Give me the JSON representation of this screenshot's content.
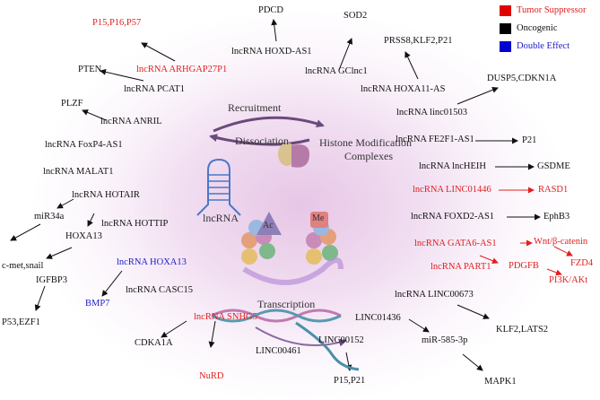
{
  "legend": [
    {
      "label": "Tumor Suppressor",
      "color": "#e00000"
    },
    {
      "label": "Oncogenic",
      "color": "#000000"
    },
    {
      "label": "Double Effect",
      "color": "#0000d0"
    }
  ],
  "center": {
    "recruitment": "Recruitment",
    "dissociation": "Dissociation",
    "lncrna": "lncRNA",
    "histone1": "Histone Modification",
    "histone2": "Complexes",
    "ac": "Ac",
    "me": "Me",
    "transcription": "Transcription"
  },
  "labels": [
    {
      "id": "p15",
      "text": "P15,P16,P57",
      "color": "red"
    },
    {
      "id": "arhgap",
      "text": "lncRNA ARHGAP27P1",
      "color": "red"
    },
    {
      "id": "pdcd",
      "text": "PDCD",
      "color": "black"
    },
    {
      "id": "hoxdas1",
      "text": "lncRNA HOXD-AS1",
      "color": "black"
    },
    {
      "id": "sod2",
      "text": "SOD2",
      "color": "black"
    },
    {
      "id": "gclnc1",
      "text": "lncRNA GClnc1",
      "color": "black"
    },
    {
      "id": "prss8",
      "text": "PRSS8,KLF2,P21",
      "color": "black"
    },
    {
      "id": "hoxa11",
      "text": "lncRNA HOXA11-AS",
      "color": "black"
    },
    {
      "id": "dusp5",
      "text": "DUSP5,CDKN1A",
      "color": "black"
    },
    {
      "id": "linc01503",
      "text": "lncRNA linc01503",
      "color": "black"
    },
    {
      "id": "pten",
      "text": "PTEN",
      "color": "black"
    },
    {
      "id": "pcat1",
      "text": "lncRNA PCAT1",
      "color": "black"
    },
    {
      "id": "plzf",
      "text": "PLZF",
      "color": "black"
    },
    {
      "id": "anril",
      "text": "lncRNA ANRIL",
      "color": "black"
    },
    {
      "id": "foxp4",
      "text": "lncRNA FoxP4-AS1",
      "color": "black"
    },
    {
      "id": "malat1",
      "text": "lncRNA MALAT1",
      "color": "black"
    },
    {
      "id": "hotair",
      "text": "lncRNA HOTAIR",
      "color": "black"
    },
    {
      "id": "mir34a",
      "text": "miR34a",
      "color": "black"
    },
    {
      "id": "hottip",
      "text": "lncRNA HOTTIP",
      "color": "black"
    },
    {
      "id": "hoxa13",
      "text": "HOXA13",
      "color": "black"
    },
    {
      "id": "cmet",
      "text": "c-met,snail",
      "color": "black"
    },
    {
      "id": "lnchoxa13",
      "text": "lncRNA HOXA13",
      "color": "blue"
    },
    {
      "id": "casc15",
      "text": "lncRNA CASC15",
      "color": "black"
    },
    {
      "id": "igfbp3",
      "text": "IGFBP3",
      "color": "black"
    },
    {
      "id": "bmp7",
      "text": "BMP7",
      "color": "blue"
    },
    {
      "id": "p53",
      "text": "P53,EZF1",
      "color": "black"
    },
    {
      "id": "cdka1a",
      "text": "CDKA1A",
      "color": "black"
    },
    {
      "id": "snhg5",
      "text": "lncRNA SNHG5",
      "color": "red"
    },
    {
      "id": "nurd",
      "text": "NuRD",
      "color": "red"
    },
    {
      "id": "linc00461",
      "text": "LINC00461",
      "color": "black"
    },
    {
      "id": "linc00152",
      "text": "LINC00152",
      "color": "black"
    },
    {
      "id": "p15p21",
      "text": "P15,P21",
      "color": "black"
    },
    {
      "id": "fe2f1",
      "text": "lncRNA FE2F1-AS1",
      "color": "black"
    },
    {
      "id": "p21",
      "text": "P21",
      "color": "black"
    },
    {
      "id": "lncheih",
      "text": "lncRNA lncHEIH",
      "color": "black"
    },
    {
      "id": "gsdme",
      "text": "GSDME",
      "color": "black"
    },
    {
      "id": "linc01446",
      "text": "lncRNA LINC01446",
      "color": "red"
    },
    {
      "id": "rasd1",
      "text": "RASD1",
      "color": "red"
    },
    {
      "id": "foxd2",
      "text": "lncRNA FOXD2-AS1",
      "color": "black"
    },
    {
      "id": "ephb3",
      "text": "EphB3",
      "color": "black"
    },
    {
      "id": "gata6",
      "text": "lncRNA GATA6-AS1",
      "color": "red"
    },
    {
      "id": "wnt",
      "text": "Wnt/β-catenin",
      "color": "red"
    },
    {
      "id": "fzd4",
      "text": "FZD4",
      "color": "red"
    },
    {
      "id": "part1",
      "text": "lncRNA PART1",
      "color": "red"
    },
    {
      "id": "pdgfb",
      "text": "PDGFB",
      "color": "red"
    },
    {
      "id": "pi3k",
      "text": "PI3K/AKt",
      "color": "red"
    },
    {
      "id": "linc00673",
      "text": "lncRNA LINC00673",
      "color": "black"
    },
    {
      "id": "linc01436",
      "text": "LINC01436",
      "color": "black"
    },
    {
      "id": "klf2",
      "text": "KLF2,LATS2",
      "color": "black"
    },
    {
      "id": "mir585",
      "text": "miR-585-3p",
      "color": "black"
    },
    {
      "id": "mapk1",
      "text": "MAPK1",
      "color": "black"
    }
  ]
}
